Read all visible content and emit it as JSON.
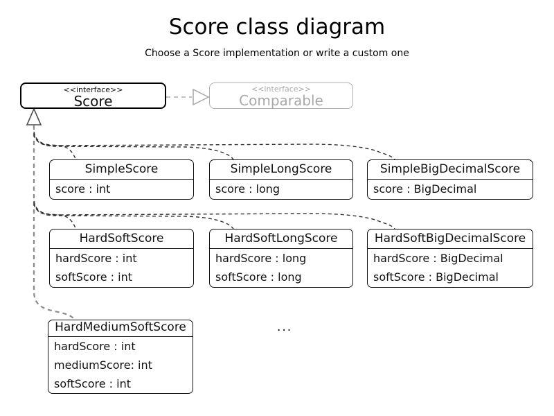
{
  "header": {
    "title": "Score class diagram",
    "subtitle": "Choose a Score implementation or write a custom one"
  },
  "interfaces": {
    "score": {
      "stereotype": "<<interface>>",
      "name": "Score"
    },
    "comparable": {
      "stereotype": "<<interface>>",
      "name": "Comparable"
    }
  },
  "classes": [
    {
      "name": "SimpleScore",
      "attributes": [
        "score : int"
      ]
    },
    {
      "name": "SimpleLongScore",
      "attributes": [
        "score : long"
      ]
    },
    {
      "name": "SimpleBigDecimalScore",
      "attributes": [
        "score : BigDecimal"
      ]
    },
    {
      "name": "HardSoftScore",
      "attributes": [
        "hardScore : int",
        "softScore : int"
      ]
    },
    {
      "name": "HardSoftLongScore",
      "attributes": [
        "hardScore : long",
        "softScore : long"
      ]
    },
    {
      "name": "HardSoftBigDecimalScore",
      "attributes": [
        "hardScore : BigDecimal",
        "softScore : BigDecimal"
      ]
    },
    {
      "name": "HardMediumSoftScore",
      "attributes": [
        "hardScore : int",
        "mediumScore: int",
        "softScore : int"
      ]
    }
  ],
  "ellipsis": "...",
  "colors": {
    "box_border": "#0f0f0f",
    "interface_border": "#000000",
    "muted_gray": "#a9a9a9",
    "inheritance_line": "#8a8a8a",
    "branch_line": "#2f2f2f"
  }
}
